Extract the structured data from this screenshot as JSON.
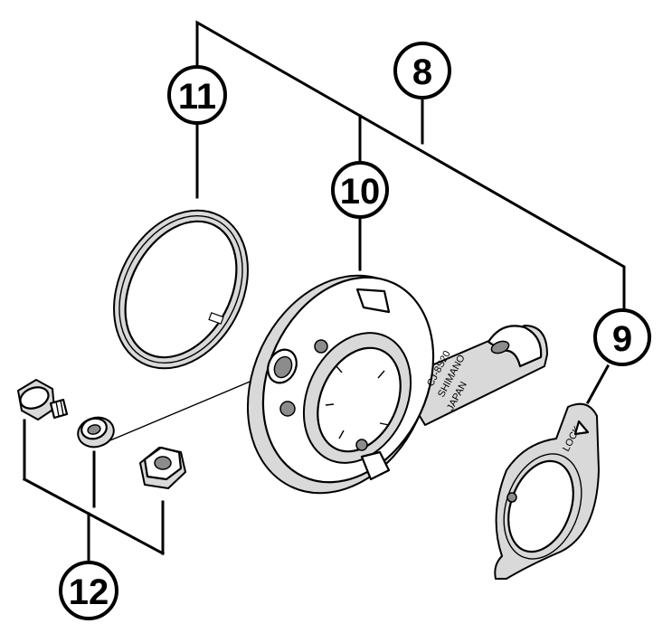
{
  "callouts": [
    {
      "id": "8",
      "label": "8"
    },
    {
      "id": "9",
      "label": "9"
    },
    {
      "id": "10",
      "label": "10"
    },
    {
      "id": "11",
      "label": "11"
    },
    {
      "id": "12",
      "label": "12"
    }
  ],
  "stamps": {
    "model": "CJ-8S20",
    "brand": "SHIMANO",
    "origin": "JAPAN",
    "lock": "LOCK"
  },
  "colors": {
    "ink": "#000000",
    "shade": "#d9d9d9",
    "dark": "#8c8c8c"
  }
}
